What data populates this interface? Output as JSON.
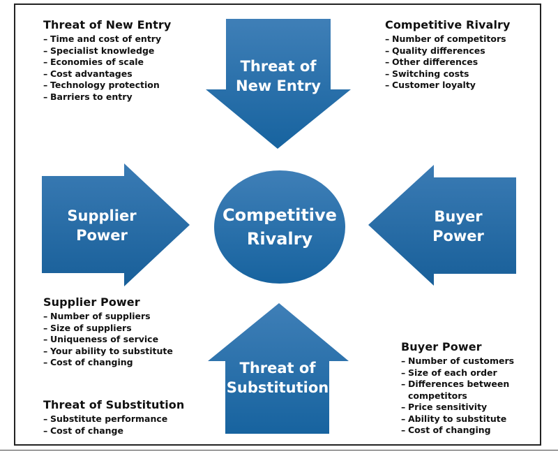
{
  "center": {
    "line1": "Competitive",
    "line2": "Rivalry"
  },
  "arrows": {
    "top": {
      "line1": "Threat of",
      "line2": "New Entry"
    },
    "left": {
      "line1": "Supplier",
      "line2": "Power"
    },
    "right": {
      "line1": "Buyer",
      "line2": "Power"
    },
    "bottom": {
      "line1": "Threat of",
      "line2": "Substitution"
    }
  },
  "panels": {
    "threat_of_new_entry": {
      "title": "Threat of New Entry",
      "items": [
        "Time and cost of entry",
        "Specialist knowledge",
        "Economies of scale",
        "Cost advantages",
        "Technology protection",
        "Barriers to entry"
      ]
    },
    "competitive_rivalry": {
      "title": "Competitive Rivalry",
      "items": [
        "Number of competitors",
        "Quality differences",
        "Other differences",
        "Switching costs",
        "Customer loyalty"
      ]
    },
    "supplier_power": {
      "title": "Supplier Power",
      "items": [
        "Number of suppliers",
        "Size of suppliers",
        "Uniqueness of service",
        "Your ability to substitute",
        "Cost of changing"
      ]
    },
    "buyer_power": {
      "title": "Buyer Power",
      "items": [
        "Number of customers",
        "Size of each order",
        "Differences between competitors",
        "Price sensitivity",
        "Ability to substitute",
        "Cost of changing"
      ]
    },
    "threat_of_substitution": {
      "title": "Threat of Substitution",
      "items": [
        "Substitute performance",
        "Cost of change"
      ]
    }
  },
  "colors": {
    "arrow_top": "#3f7fb7",
    "arrow_bottom": "#17639f",
    "text": "#111111",
    "label": "#ffffff"
  }
}
